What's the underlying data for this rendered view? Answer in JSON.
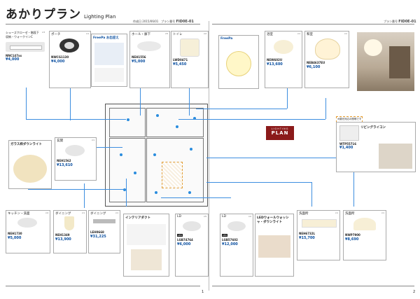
{
  "page": {
    "title": "あかりプラン",
    "subtitle": "Lighting Plan",
    "header_left": {
      "date_label": "作成日",
      "date": "2015/06/01",
      "plan_label": "プラン番号",
      "plan_no": "FID0E-01"
    },
    "header_right": {
      "plan_label": "プラン番号",
      "plan_no": "FID0E-01"
    },
    "page_numbers": [
      "1",
      "2"
    ],
    "badge": {
      "line1": "LIGHTING",
      "line2": "PLAN"
    }
  },
  "fixtures": [
    {
      "id": "f1",
      "room": "シューズクローゼ・階段下収納・ウォークインC",
      "count": "×3",
      "code": "NNC147xx",
      "price": "¥4,000"
    },
    {
      "id": "f2",
      "room": "ポーチ",
      "count": "×1",
      "code": "NWCG1130",
      "price": "¥4,000"
    },
    {
      "id": "f3",
      "room": "ホール・廊下",
      "count": "×5",
      "code": "NEH1556",
      "price": "¥5,000"
    },
    {
      "id": "f4",
      "room": "トイレ",
      "count": "×2",
      "code": "LWD0471",
      "price": "¥5,450"
    },
    {
      "id": "f5",
      "room": "浴室",
      "count": "×1",
      "code": "NEW602U",
      "price": "¥13,600"
    },
    {
      "id": "f6",
      "room": "和室",
      "count": "×1",
      "code": "NEB4637EU",
      "price": "¥6,100"
    },
    {
      "id": "f7",
      "room": "玄関",
      "count": "×1",
      "code": "NEH1562",
      "price": "¥13,610"
    },
    {
      "id": "f8",
      "room": "キッチン・洗面",
      "count": "×4",
      "code": "NEH1730",
      "price": "¥5,000"
    },
    {
      "id": "f9",
      "room": "ダイニング",
      "count": "×1",
      "code": "NEH1349",
      "price": "¥13,900"
    },
    {
      "id": "f10",
      "room": "ダイニング",
      "count": "×1",
      "code": "LEH0668",
      "price": "¥31,225"
    },
    {
      "id": "f11",
      "room": "LD",
      "count": "×5",
      "code": "LGB74764",
      "price": "¥6,000"
    },
    {
      "id": "f12",
      "room": "LD",
      "count": "×2",
      "code": "LGB57602",
      "price": "¥12,000"
    },
    {
      "id": "f13",
      "room": "洗面所",
      "count": "×1",
      "code": "NEH6732L",
      "price": "¥15,700"
    },
    {
      "id": "f14",
      "room": "洗面所",
      "count": "×1",
      "code": "NWP7900",
      "price": "¥8,690"
    },
    {
      "id": "f15",
      "room": "リビングライコン",
      "count": "",
      "code": "WTP55716",
      "price": "¥1,400"
    }
  ],
  "callouts": {
    "freepa1_title": "FreePa お出迎え",
    "freepa2_title": "FreePa",
    "downlight_title": "ガラス枠ダウンライト",
    "interior_duct_title": "インテリアダクト",
    "led_wall_title": "LEDウォールウォッシャ・ダウンライト",
    "dimmer_note": "※調光対応の照明です",
    "led_tag": "LED"
  }
}
